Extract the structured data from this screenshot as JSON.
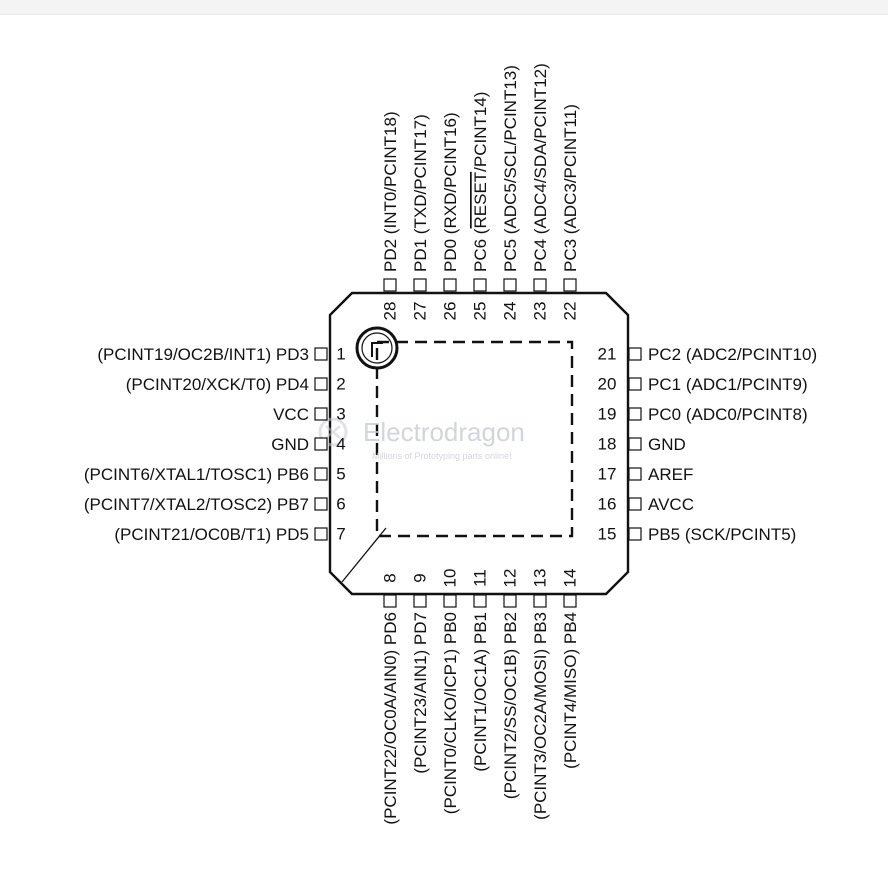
{
  "watermark": {
    "brand": "Electrodragon",
    "tagline": "Millions of Prototyping parts online!"
  },
  "colors": {
    "ink": "#111111",
    "watermark": "#c7cbd4",
    "background": "#ffffff"
  },
  "pins": {
    "left": [
      {
        "num": "1",
        "name": "PD3",
        "func": "(PCINT19/OC2B/INT1)"
      },
      {
        "num": "2",
        "name": "PD4",
        "func": "(PCINT20/XCK/T0)"
      },
      {
        "num": "3",
        "name": "VCC",
        "func": ""
      },
      {
        "num": "4",
        "name": "GND",
        "func": ""
      },
      {
        "num": "5",
        "name": "PB6",
        "func": "(PCINT6/XTAL1/TOSC1)"
      },
      {
        "num": "6",
        "name": "PB7",
        "func": "(PCINT7/XTAL2/TOSC2)"
      },
      {
        "num": "7",
        "name": "PD5",
        "func": "(PCINT21/OC0B/T1)"
      }
    ],
    "bottom": [
      {
        "num": "8",
        "name": "PD6",
        "func": "(PCINT22/OC0A/AIN0)"
      },
      {
        "num": "9",
        "name": "PD7",
        "func": "(PCINT23/AIN1)"
      },
      {
        "num": "10",
        "name": "PB0",
        "func": "(PCINT0/CLKO/ICP1)"
      },
      {
        "num": "11",
        "name": "PB1",
        "func": "(PCINT1/OC1A)"
      },
      {
        "num": "12",
        "name": "PB2",
        "func": "(PCINT2/SS/OC1B)"
      },
      {
        "num": "13",
        "name": "PB3",
        "func": "(PCINT3/OC2A/MOSI)"
      },
      {
        "num": "14",
        "name": "PB4",
        "func": "(PCINT4/MISO)"
      }
    ],
    "right": [
      {
        "num": "21",
        "name": "PC2",
        "func": "(ADC2/PCINT10)"
      },
      {
        "num": "20",
        "name": "PC1",
        "func": "(ADC1/PCINT9)"
      },
      {
        "num": "19",
        "name": "PC0",
        "func": "(ADC0/PCINT8)"
      },
      {
        "num": "18",
        "name": "GND",
        "func": ""
      },
      {
        "num": "17",
        "name": "AREF",
        "func": ""
      },
      {
        "num": "16",
        "name": "AVCC",
        "func": ""
      },
      {
        "num": "15",
        "name": "PB5",
        "func": "(SCK/PCINT5)"
      }
    ],
    "top": [
      {
        "num": "28",
        "name": "PD2",
        "func": "(INT0/PCINT18)"
      },
      {
        "num": "27",
        "name": "PD1",
        "func": "(TXD/PCINT17)"
      },
      {
        "num": "26",
        "name": "PD0",
        "func": "(RXD/PCINT16)"
      },
      {
        "num": "25",
        "name": "PC6",
        "func": "(RESET/PCINT14)",
        "overline": "RESET"
      },
      {
        "num": "24",
        "name": "PC5",
        "func": "(ADC5/SCL/PCINT13)"
      },
      {
        "num": "23",
        "name": "PC4",
        "func": "(ADC4/SDA/PCINT12)"
      },
      {
        "num": "22",
        "name": "PC3",
        "func": "(ADC3/PCINT11)"
      }
    ]
  }
}
